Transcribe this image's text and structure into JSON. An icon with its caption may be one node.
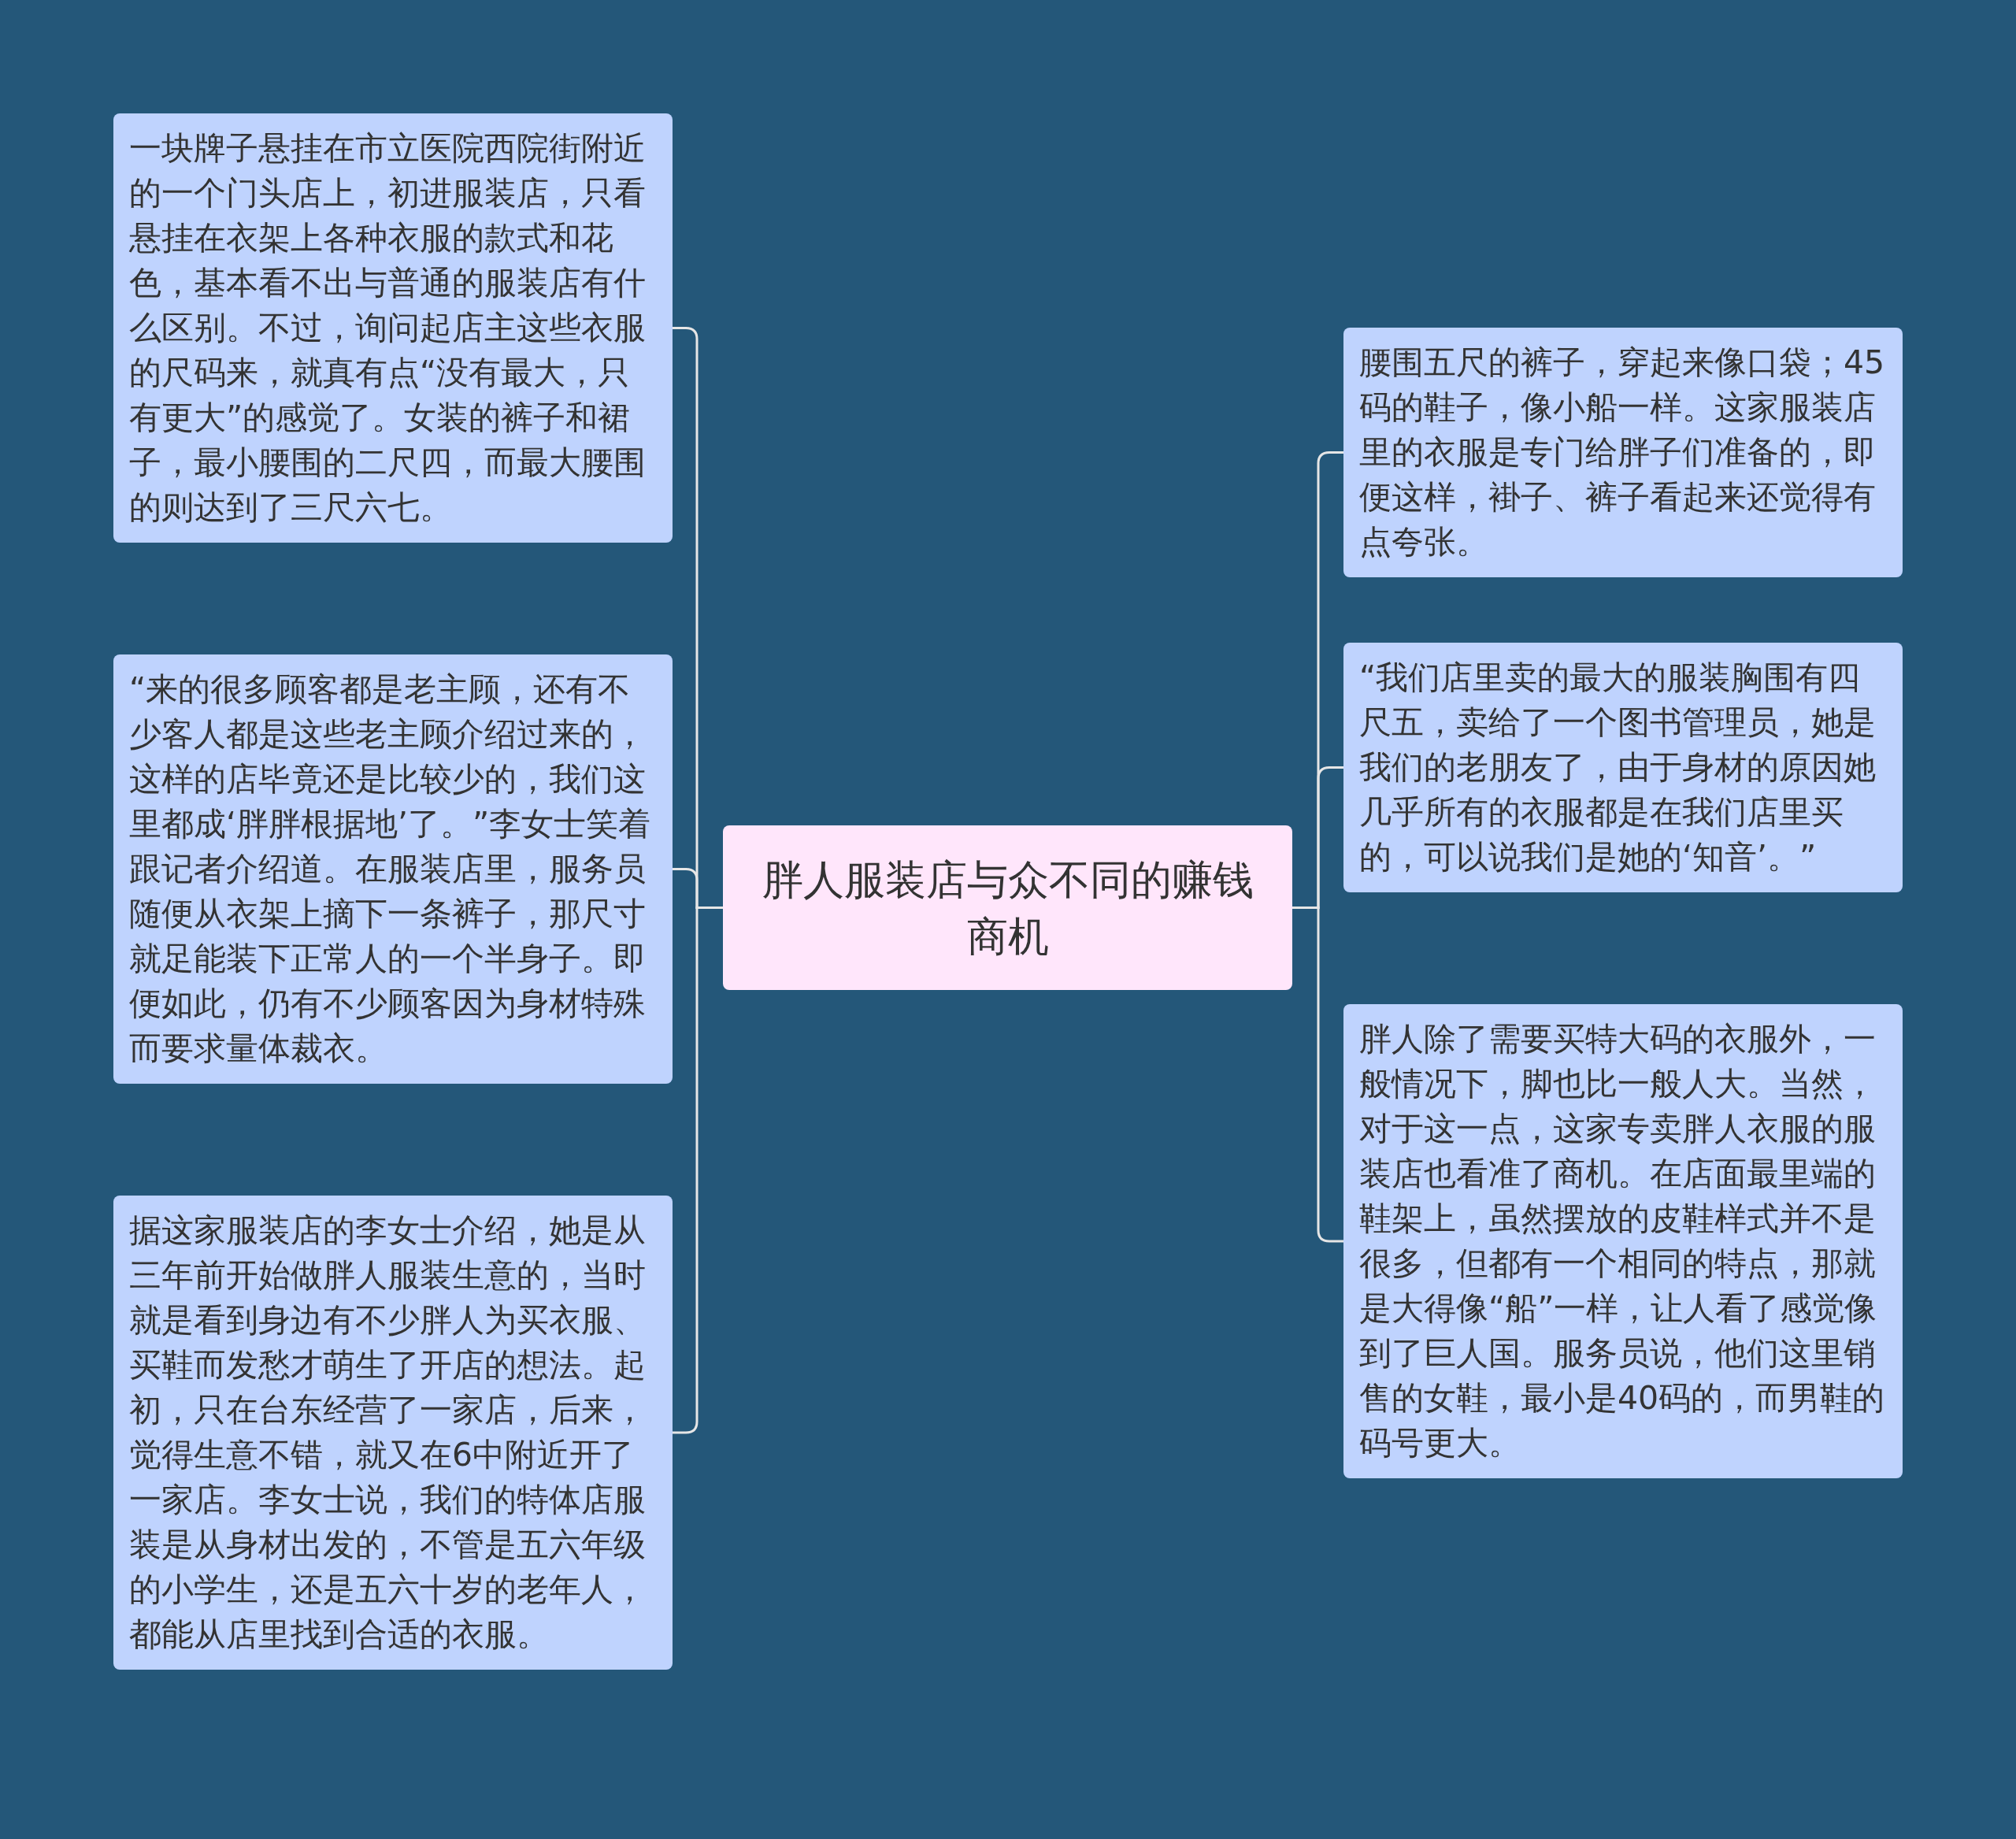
{
  "diagram": {
    "nodes": [
      {
        "text": [
          "胖人服装店与众不同的赚钱商机"
        ]
      },
      {
        "text": [
          "一块牌子悬挂在市立医院西院街附近的一个门头店上，初进服装店，只看悬挂在衣架上各种衣服的款式和花色，基本看不出与普通的服装店有什么区别。不过，询问起店主这些衣服的尺码来，就真有点“没有最大，只有更大”的感觉了。女装的裤子和裙子，最小腰围的二尺四，而最大腰围的则达到了三尺六七。"
        ]
      },
      {
        "text": [
          "“来的很多顾客都是老主顾，还有不少客人都是这些老主顾介绍过来的，这样的店毕竟还是比较少的，我们这里都成‘胖胖根据地’了。”李女士笑着跟记者介绍道。在服装店里，服务员随便从衣架上摘下一条裤子，那尺寸就足能装下正常人的一个半身子。即便如此，仍有不少顾客因为身材特殊而要求量体裁衣。"
        ]
      },
      {
        "text": [
          "据这家服装店的李女士介绍，她是从三年前开始做胖人服装生意的，当时就是看到身边有不少胖人为买衣服、买鞋而发愁才萌生了开店的想法。起初，只在台东经营了一家店，后来，觉得生意不错，就又在6中附近开了一家店。李女士说，我们的特体店服装是从身材出发的，不管是五六年级的小学生，还是五六十岁的老年人，都能从店里找到合适的衣服。"
        ]
      },
      {
        "text": [
          "腰围五尺的裤子，穿起来像口袋；45码的鞋子，像小船一样。这家服装店里的衣服是专门给胖子们准备的，即便这样，褂子、裤子看起来还觉得有点夸张。"
        ]
      },
      {
        "text": [
          "“我们店里卖的最大的服装胸围有四尺五，卖给了一个图书管理员，她是我们的老朋友了，由于身材的原因她几乎所有的衣服都是在我们店里买的，可以说我们是她的‘知音’。”"
        ]
      },
      {
        "text": [
          "胖人除了需要买特大码的衣服外，一般情况下，脚也比一般人大。当然，对于这一点，这家专卖胖人衣服的服装店也看准了商机。在店面最里端的鞋架上，虽然摆放的皮鞋样式并不是很多，但都有一个相同的特点，那就是大得像“船”一样，让人看了感觉像到了巨人国。服务员说，他们这里销售的女鞋，最小是40码的，而男鞋的码号更大。"
        ]
      }
    ],
    "edges": [
      {
        "from": 0,
        "to": 1,
        "arrow": "none"
      },
      {
        "from": 0,
        "to": 2,
        "arrow": "none"
      },
      {
        "from": 0,
        "to": 3,
        "arrow": "none"
      },
      {
        "from": 0,
        "to": 4,
        "arrow": "none"
      },
      {
        "from": 0,
        "to": 5,
        "arrow": "none"
      },
      {
        "from": 0,
        "to": 6,
        "arrow": "none"
      }
    ]
  }
}
